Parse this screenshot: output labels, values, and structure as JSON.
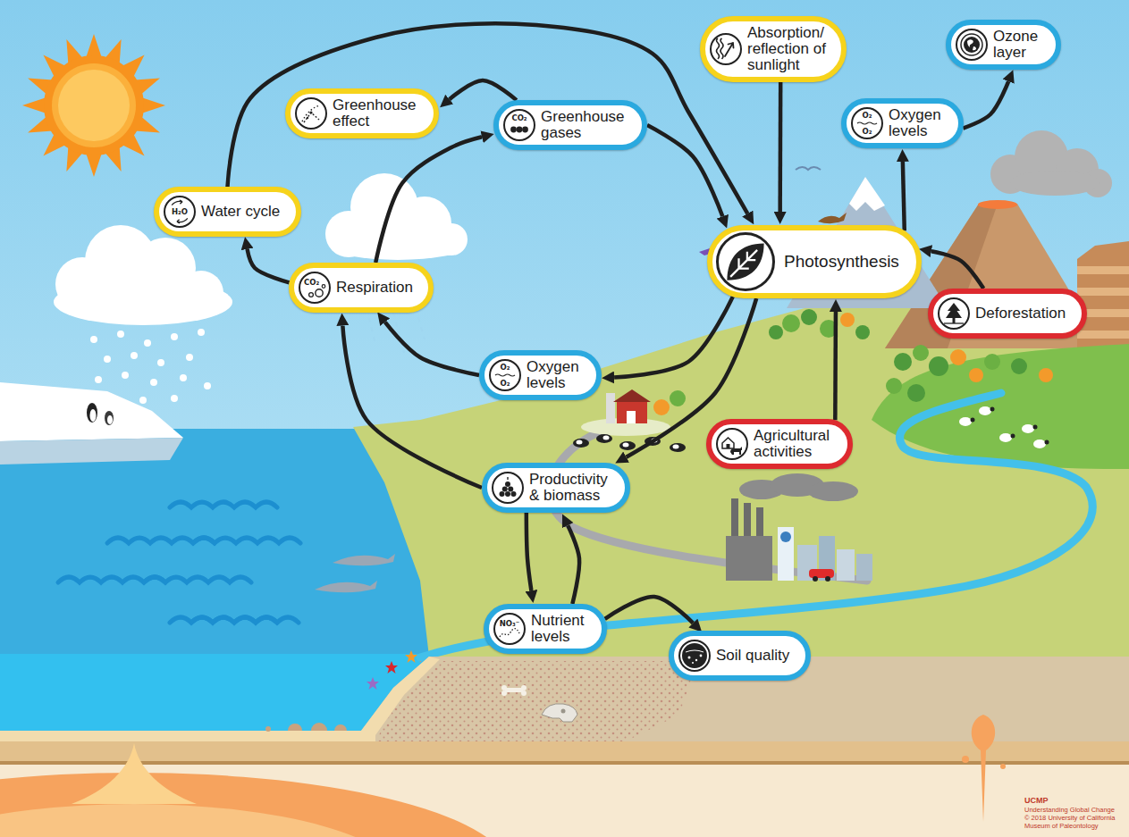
{
  "diagram": {
    "nodes": [
      {
        "text": [
          "Absorption/ reflection of sunlight"
        ]
      },
      {
        "text": [
          "Ozone layer"
        ]
      },
      {
        "text": [
          "Greenhouse effect"
        ]
      },
      {
        "text": [
          "Greenhouse gases",
          "CO₂"
        ]
      },
      {
        "text": [
          "Oxygen levels",
          "O₂",
          "O₂"
        ]
      },
      {
        "text": [
          "Water cycle",
          "H₂O"
        ]
      },
      {
        "text": [
          "Photosynthesis"
        ]
      },
      {
        "text": [
          "Respiration",
          "CO₂"
        ]
      },
      {
        "text": [
          "Deforestation"
        ]
      },
      {
        "text": [
          "Oxygen levels",
          "O₂",
          "O₂"
        ]
      },
      {
        "text": [
          "Agricultural activities"
        ]
      },
      {
        "text": [
          "Productivity & biomass"
        ]
      },
      {
        "text": [
          "Nutrient levels",
          "NO₃⁻"
        ]
      },
      {
        "text": [
          "Soil quality"
        ]
      }
    ],
    "edges": [
      {
        "from": 5,
        "to": 6,
        "arrow": "to"
      },
      {
        "from": 3,
        "to": 2,
        "arrow": "to"
      },
      {
        "from": 7,
        "to": 3,
        "arrow": "to"
      },
      {
        "from": 3,
        "to": 6,
        "arrow": "to"
      },
      {
        "from": 0,
        "to": 6,
        "arrow": "to"
      },
      {
        "from": 7,
        "to": 5,
        "arrow": "to"
      },
      {
        "from": 6,
        "to": 4,
        "arrow": "to"
      },
      {
        "from": 4,
        "to": 1,
        "arrow": "to"
      },
      {
        "from": 8,
        "to": 6,
        "arrow": "to"
      },
      {
        "from": 10,
        "to": 6,
        "arrow": "to"
      },
      {
        "from": 6,
        "to": 9,
        "arrow": "to"
      },
      {
        "from": 6,
        "to": 11,
        "arrow": "to"
      },
      {
        "from": 9,
        "to": 7,
        "arrow": "to"
      },
      {
        "from": 11,
        "to": 7,
        "arrow": "to"
      },
      {
        "from": 11,
        "to": 12,
        "arrow": "to"
      },
      {
        "from": 12,
        "to": 11,
        "arrow": "to"
      },
      {
        "from": 12,
        "to": 13,
        "arrow": "to"
      }
    ],
    "labels": [
      "UCMP",
      "Understanding Global Change",
      "© 2018 University of California",
      "Museum of Paleontology"
    ]
  }
}
